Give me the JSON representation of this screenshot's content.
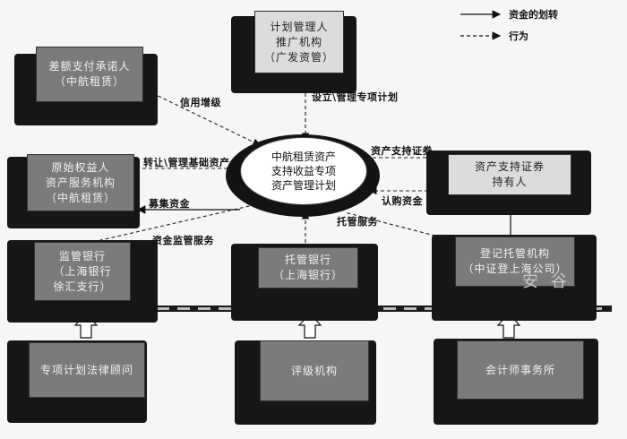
{
  "legend": {
    "fund_transfer": "资金的划转",
    "action": "行为"
  },
  "nodes": {
    "plan_manager": "计划管理人\n推广机构\n（广发资管）",
    "guarantor": "差额支付承诺人\n（中航租赁）",
    "originator": "原始权益人\n资产服务机构\n（中航租赁）",
    "special_plan": "中航租赁资产\n支持收益专项\n资产管理计划",
    "abs_holder": "资产支持证券\n持有人",
    "supervisory_bank": "监管银行\n（上海银行\n徐汇支行）",
    "custodian_bank": "托管银行\n（上海银行）",
    "registrar": "登记托管机构\n（中证登上海公司）",
    "legal_advisor": "专项计划法律顾问",
    "rating_agency": "评级机构",
    "accounting_firm": "会计师事务所"
  },
  "edges": {
    "credit_enhancement": "信用增级",
    "manage_plan": "设立\\管理专项计划",
    "transfer_assets": "转让\\管理基础资产",
    "raise_funds": "募集资金",
    "fund_supervision": "资金监管服务",
    "abs": "资产支持证券",
    "subscription": "认购资金",
    "custody": "托管服务"
  },
  "watermark": "安 谷"
}
